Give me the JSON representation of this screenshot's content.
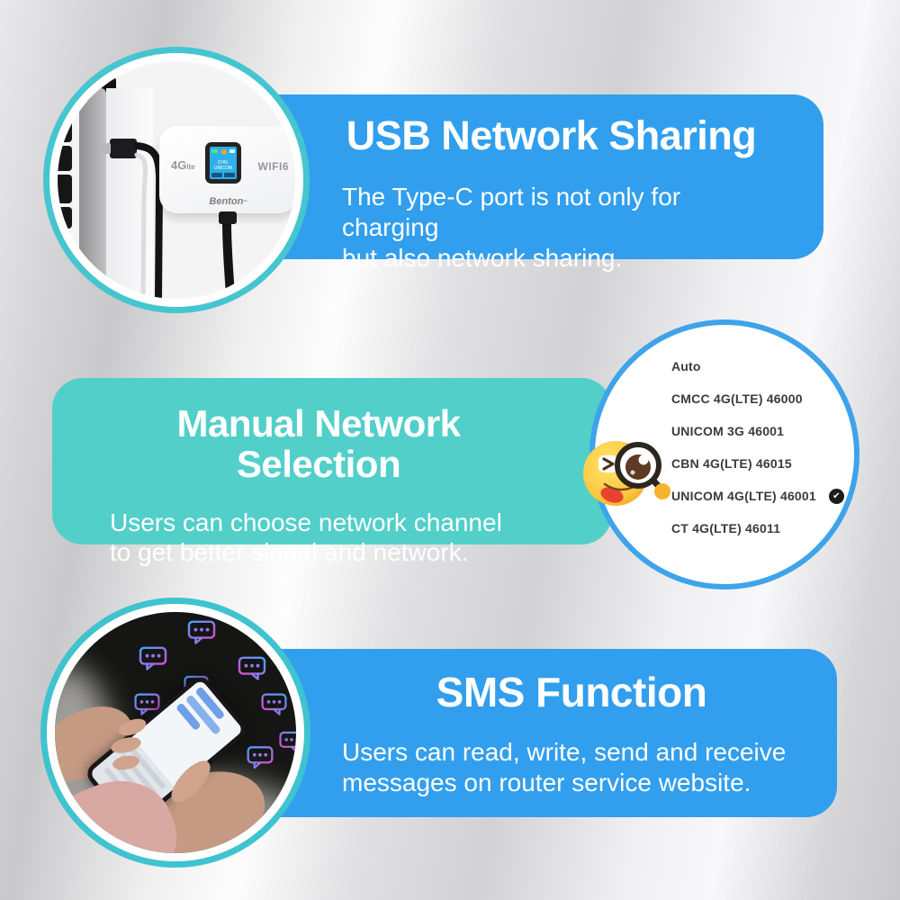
{
  "background": {
    "base_color": "#d5d5d7",
    "sheen_color": "#ffffff"
  },
  "colors": {
    "blue_banner": "#319fed",
    "teal_banner": "#52cfc9",
    "photo_ring": "#45c5cf",
    "list_ring": "#3fa3ea"
  },
  "icons": {
    "selected_check": "check-icon",
    "emoji": "magnifier-search-emoji",
    "message_bubble": "message-bubble-icon"
  },
  "sections": {
    "usb": {
      "title": "USB Network Sharing",
      "description_line1": "The Type-C port is not only for charging",
      "description_line2": "but also network sharing.",
      "banner_color": "#319fed",
      "device": {
        "label_4g": "4G",
        "label_lte": "lte",
        "label_wifi": "WIFI6",
        "brand": "Benton",
        "screen_network": "CHN-UNICOM"
      }
    },
    "manual": {
      "title": "Manual Network Selection",
      "description_line1": "Users can choose network channel",
      "description_line2": "to get better signal and network.",
      "banner_color": "#52cfc9",
      "network_list": {
        "items": [
          {
            "label": "Auto",
            "selected": false
          },
          {
            "label": "CMCC 4G(LTE) 46000",
            "selected": false
          },
          {
            "label": "UNICOM 3G 46001",
            "selected": false
          },
          {
            "label": "CBN 4G(LTE) 46015",
            "selected": false
          },
          {
            "label": "UNICOM 4G(LTE) 46001",
            "selected": true
          },
          {
            "label": "CT 4G(LTE) 46011",
            "selected": false
          }
        ],
        "check_mark": "✔"
      }
    },
    "sms": {
      "title": "SMS Function",
      "description_line1": "Users can read, write, send and receive",
      "description_line2": "messages on router service website.",
      "banner_color": "#319fed"
    }
  }
}
